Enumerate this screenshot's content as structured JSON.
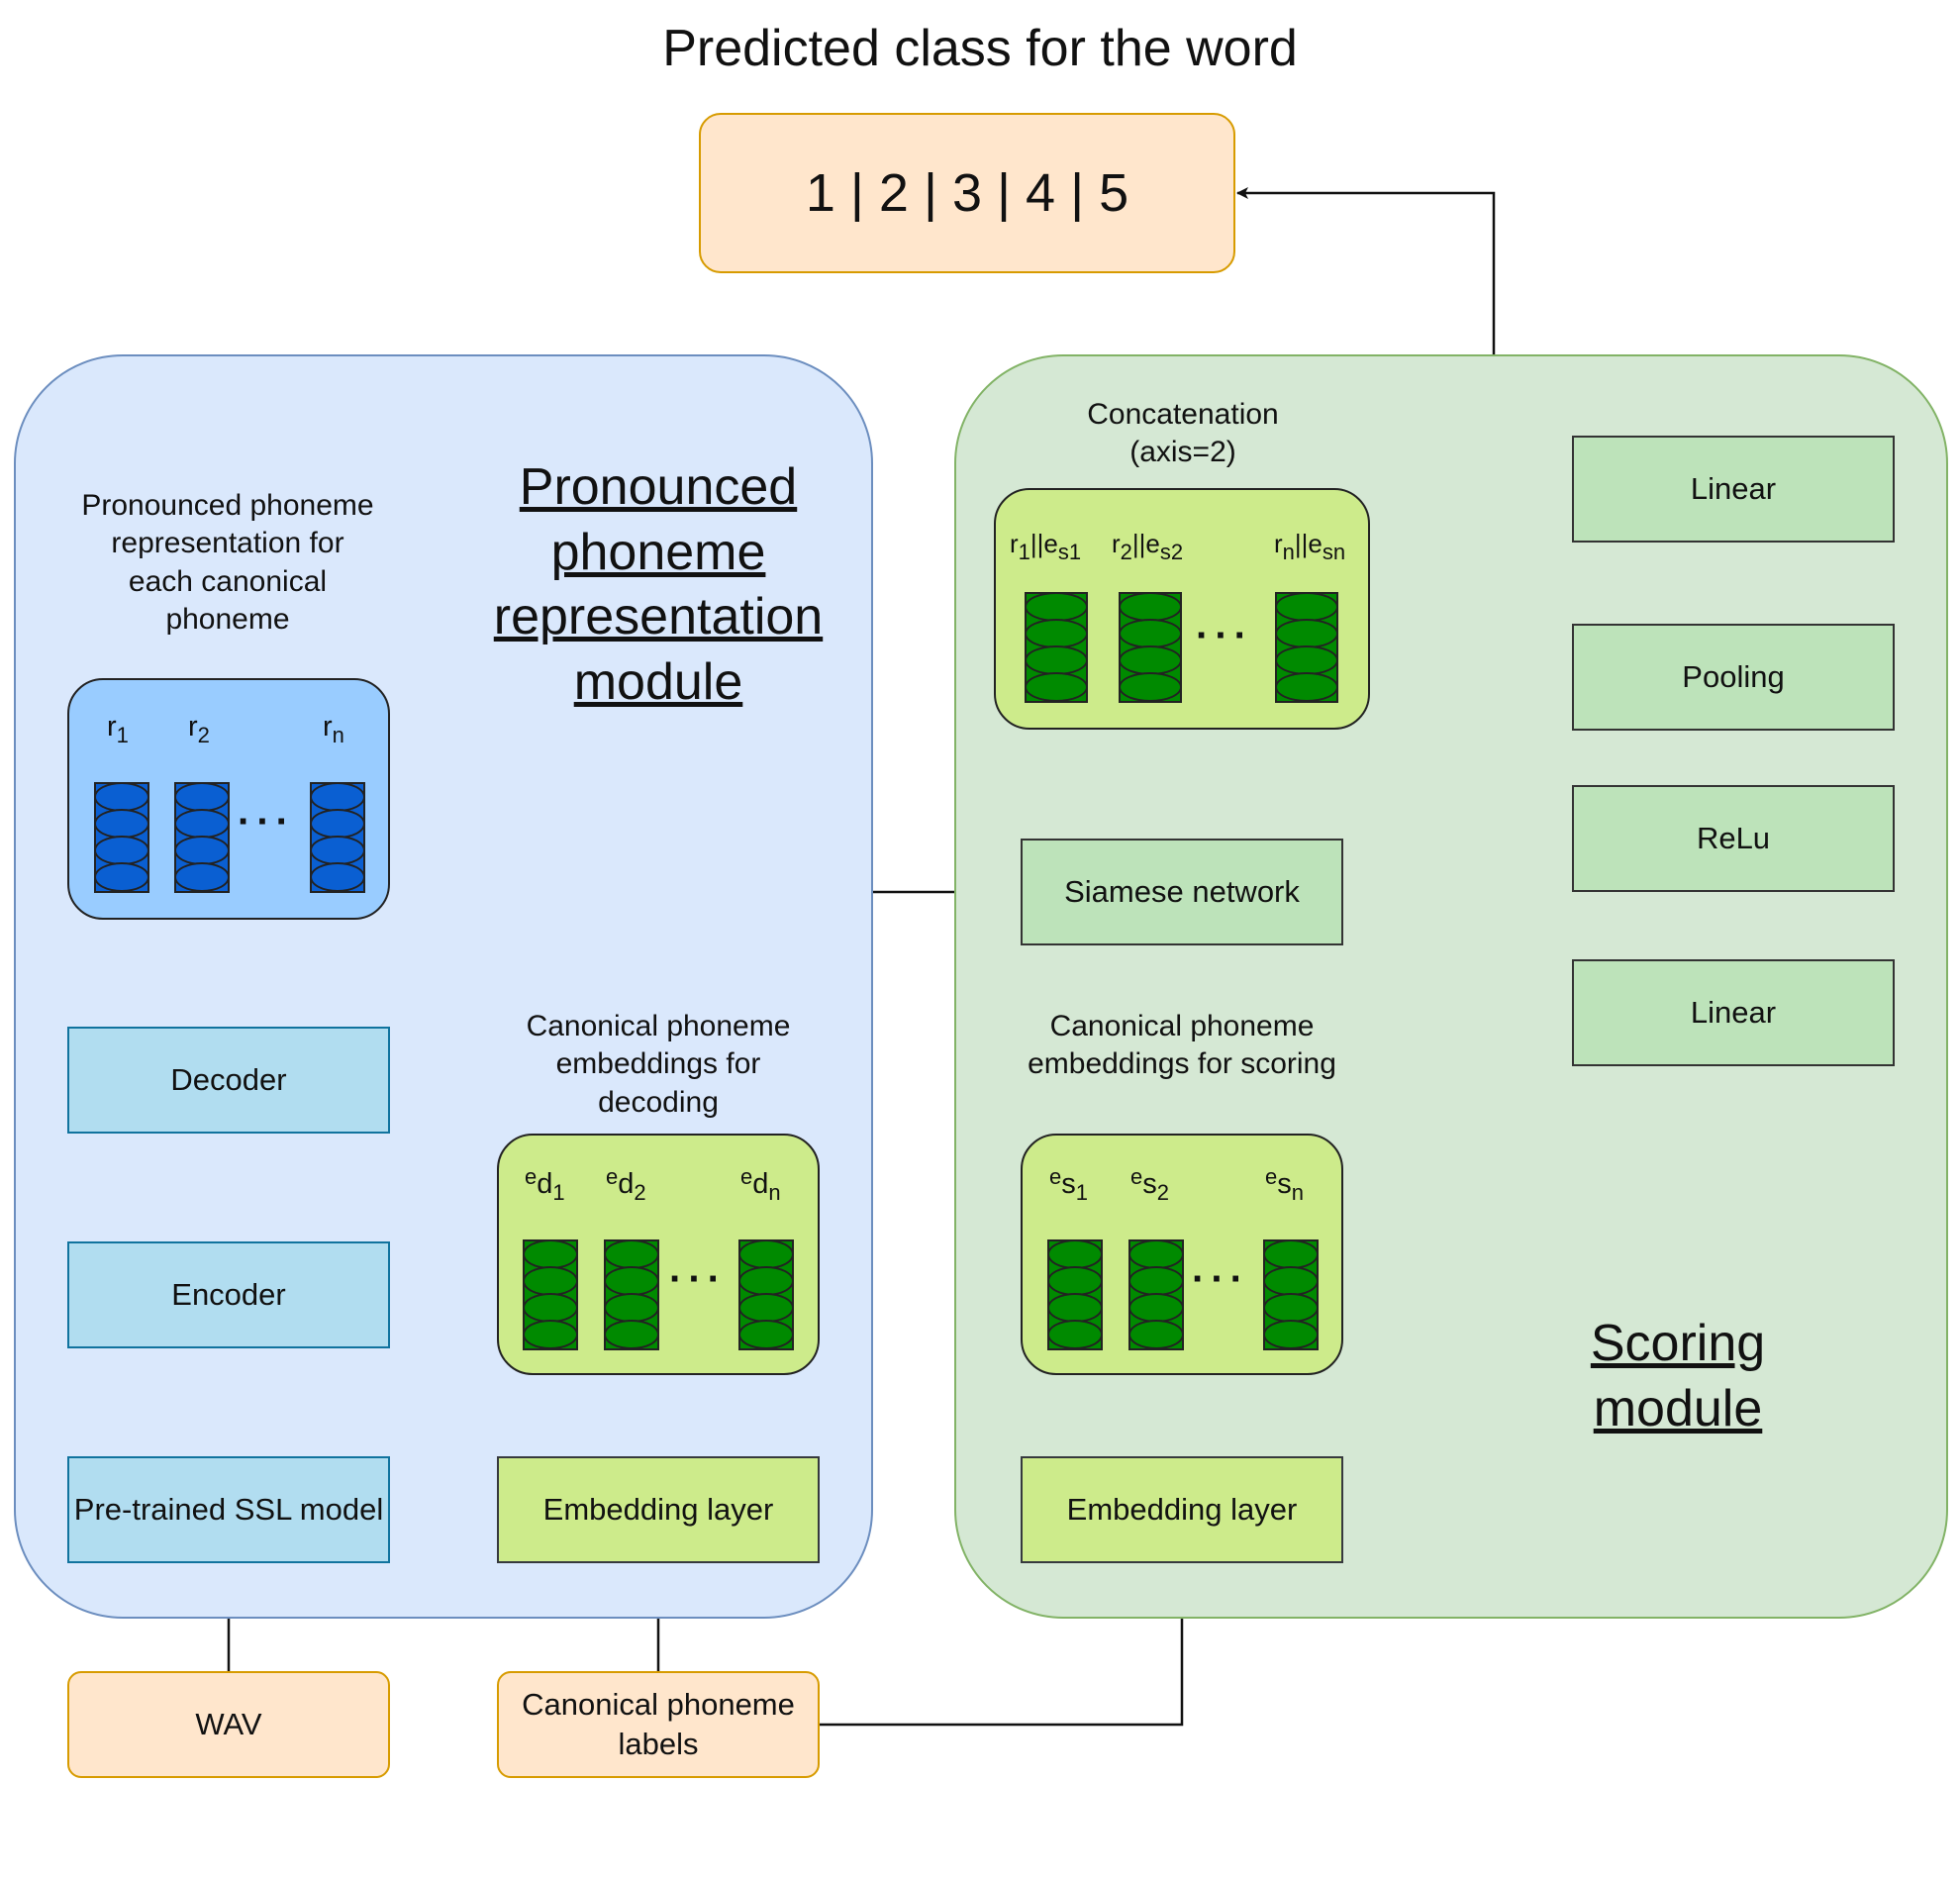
{
  "title": "Predicted class for the word",
  "output_classes": "1 | 2 | 3 | 4 | 5",
  "pronounced_module": {
    "title": "Pronounced phoneme representation module",
    "caption": "Pronounced phoneme representation for each canonical phoneme",
    "rep_labels": [
      {
        "base": "r",
        "sub": "1"
      },
      {
        "base": "r",
        "sub": "2"
      },
      {
        "base": "r",
        "sub": "n"
      }
    ],
    "decoder": "Decoder",
    "encoder": "Encoder",
    "ssl_model": "Pre-trained SSL model",
    "decoding_caption": "Canonical phoneme embeddings for decoding",
    "decoding_labels": [
      {
        "sup": "e",
        "base": "d",
        "sub": "1"
      },
      {
        "sup": "e",
        "base": "d",
        "sub": "2"
      },
      {
        "sup": "e",
        "base": "d",
        "sub": "n"
      }
    ],
    "embedding_layer": "Embedding layer"
  },
  "scoring_module": {
    "title": "Scoring module",
    "concat_caption": "Concatenation (axis=2)",
    "concat_labels": [
      {
        "a": "r",
        "asub": "1",
        "mid": "||e",
        "bsub": "s1"
      },
      {
        "a": "r",
        "asub": "2",
        "mid": "||e",
        "bsub": "s2"
      },
      {
        "a": "r",
        "asub": "n",
        "mid": "||e",
        "bsub": "sn"
      }
    ],
    "siamese": "Siamese network",
    "scoring_caption": "Canonical phoneme embeddings for scoring",
    "scoring_labels": [
      {
        "sup": "e",
        "base": "s",
        "sub": "1"
      },
      {
        "sup": "e",
        "base": "s",
        "sub": "2"
      },
      {
        "sup": "e",
        "base": "s",
        "sub": "n"
      }
    ],
    "embedding_layer": "Embedding layer",
    "layers": {
      "linear_top": "Linear",
      "pooling": "Pooling",
      "relu": "ReLu",
      "linear_bottom": "Linear"
    }
  },
  "inputs": {
    "wav": "WAV",
    "labels": "Canonical phoneme labels"
  },
  "colors": {
    "io_fill": "#ffe6cc",
    "io_stroke": "#d79b00",
    "blue_module": "#dae8fc",
    "green_module": "#d5e8d4",
    "light_blue_box": "#b1ddf0",
    "lime_box": "#cdeb8b",
    "green_box": "#bde3ba",
    "rep_panel": "#99ccff",
    "blue_stack": "#0a5fd2",
    "green_stack": "#008a00"
  }
}
